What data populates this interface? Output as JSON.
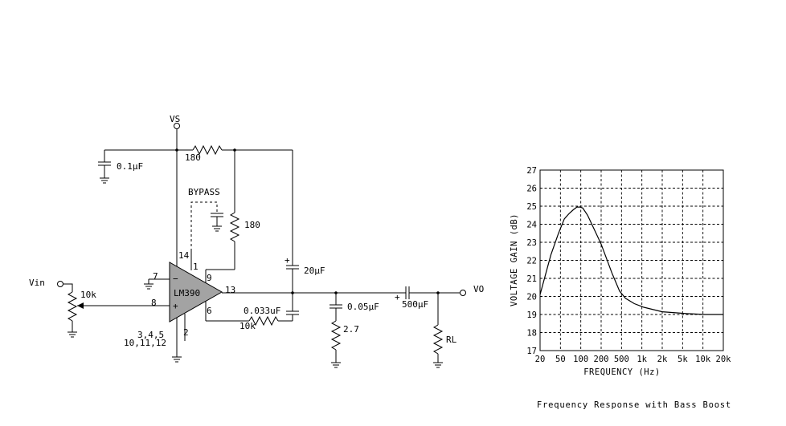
{
  "schematic": {
    "labels": {
      "vs": "VS",
      "vin": "Vin",
      "vo": "VO",
      "r180_top": "180",
      "c_01uf": "0.1µF",
      "bypass": "BYPASS",
      "r180_right": "180",
      "c_20uf": "20µF",
      "c_0033uf": "0.033uF",
      "r10k_fb": "10k",
      "pot_10k": "10k",
      "c_005uf": "0.05µF",
      "r27": "2.7",
      "c_500uf": "500µF",
      "rl": "RL",
      "plus_20uf": "+",
      "plus_500uf": "+",
      "pins_gnd_1": "3,4,5",
      "pins_gnd_2": "10,11,12"
    },
    "opamp": {
      "name": "LM390",
      "minus": "−",
      "plus": "+",
      "pin_7": "7",
      "pin_8": "8",
      "pin_14": "14",
      "pin_1": "1",
      "pin_9": "9",
      "pin_13": "13",
      "pin_6": "6",
      "pin_2": "2"
    }
  },
  "chart_data": {
    "type": "line",
    "title": "",
    "caption": "Frequency Response with Bass Boost",
    "xlabel": "FREQUENCY (Hz)",
    "ylabel": "VOLTAGE GAIN (dB)",
    "x_ticks": [
      "20",
      "50",
      "100",
      "200",
      "500",
      "1k",
      "2k",
      "5k",
      "10k",
      "20k"
    ],
    "y_ticks": [
      "17",
      "18",
      "19",
      "20",
      "21",
      "22",
      "23",
      "24",
      "25",
      "26",
      "27"
    ],
    "ylim": [
      17,
      27
    ],
    "grid": true,
    "series": [
      {
        "x": [
          20,
          30,
          40,
          50,
          60,
          70,
          80,
          90,
          100,
          120,
          150,
          200,
          300,
          400,
          500,
          700,
          1000,
          2000,
          5000,
          10000,
          20000
        ],
        "y": [
          20.1,
          22.3,
          23.5,
          24.3,
          24.6,
          24.8,
          24.95,
          24.95,
          24.9,
          24.5,
          23.8,
          22.9,
          21.3,
          20.3,
          19.9,
          19.6,
          19.4,
          19.15,
          19.05,
          19.0,
          19.0
        ]
      }
    ]
  }
}
